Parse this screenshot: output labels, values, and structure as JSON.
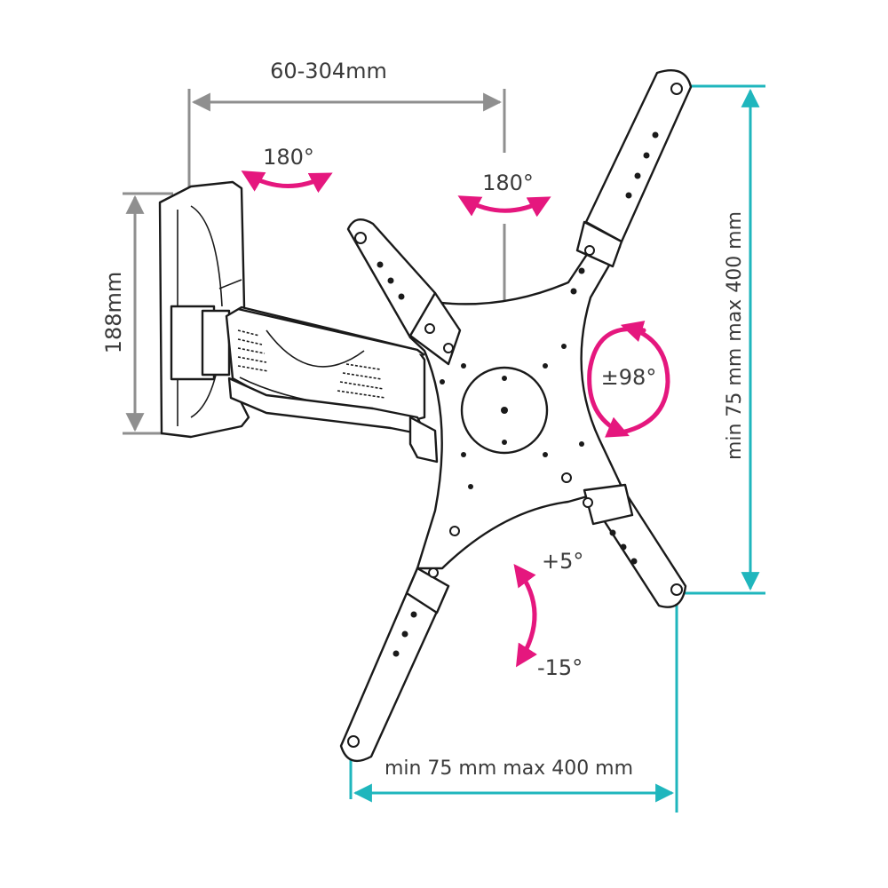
{
  "dimensions": {
    "arm_extension": "60-304mm",
    "wall_plate_height": "188mm",
    "horizontal_vesa": "min 75 mm max 400 mm",
    "vertical_vesa": "min 75 mm max 400 mm"
  },
  "rotations": {
    "wall_swivel": "180°",
    "head_swivel": "180°",
    "screen_rotation": "±98°",
    "tilt_up": "+5°",
    "tilt_down": "-15°"
  },
  "colors": {
    "dimension_gray": "#8f8f8f",
    "dimension_teal": "#1fb6bd",
    "motion_pink": "#e5177e",
    "line_art": "#1a1a1a"
  }
}
